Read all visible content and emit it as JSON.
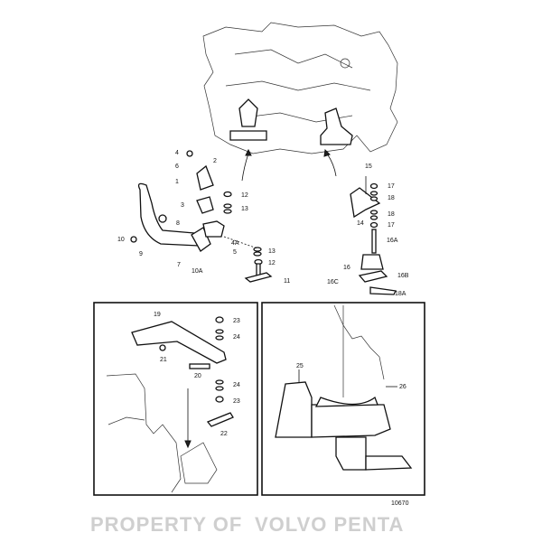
{
  "watermark": {
    "line1": "PROPERTY OF",
    "line2": "VOLVO PENTA"
  },
  "figure_number": "10670",
  "top_left_assembly": {
    "labels": [
      "4",
      "6",
      "2",
      "1",
      "3",
      "12",
      "13",
      "8",
      "10",
      "9",
      "7",
      "10A",
      "4A",
      "5",
      "13",
      "12",
      "11"
    ]
  },
  "top_right_assembly": {
    "labels": [
      "15",
      "17",
      "18",
      "18",
      "17",
      "14",
      "16A",
      "16",
      "16B",
      "16C",
      "18A"
    ]
  },
  "inset_left": {
    "labels": [
      "19",
      "23",
      "24",
      "21",
      "20",
      "24",
      "23",
      "22"
    ]
  },
  "inset_right": {
    "labels": [
      "25",
      "26"
    ]
  }
}
